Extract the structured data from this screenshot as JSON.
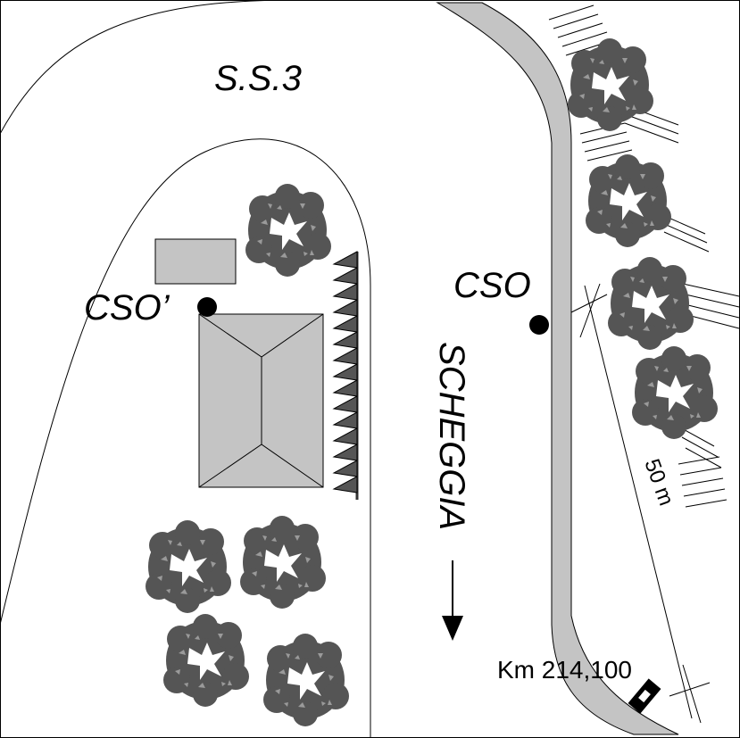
{
  "map": {
    "road_name": "S.S.3",
    "point_main": "CSO",
    "point_alt": "CSO’",
    "direction_label": "SCHEGGIA",
    "scale_label": "50 m",
    "km_marker": "Km 214,100"
  },
  "colors": {
    "background": "#ffffff",
    "road_fill": "#c4c4c4",
    "building_fill": "#c4c4c4",
    "tree_dark": "#555555",
    "tree_light": "#9a9a9a",
    "outline": "#000000"
  },
  "icons": {
    "tree": "tree-icon",
    "point": "dot-marker-icon",
    "km_marker": "milestone-icon",
    "arrow": "arrow-down-icon"
  }
}
